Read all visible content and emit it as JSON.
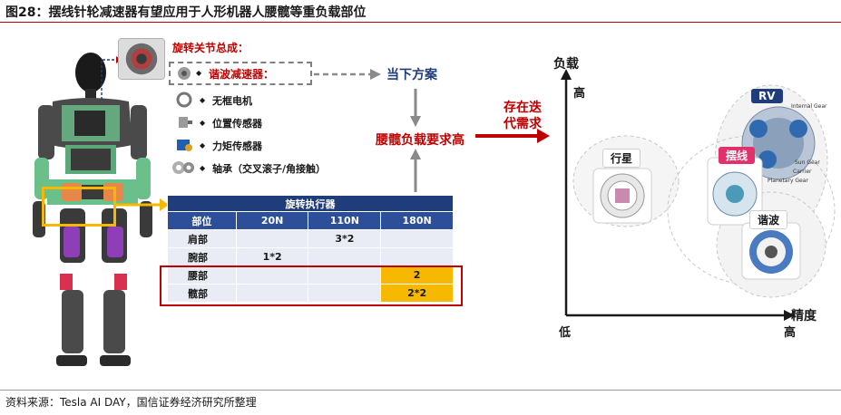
{
  "header": {
    "title": "图28：摆线针轮减速器有望应用于人形机器人腰髋等重负载部位"
  },
  "components": {
    "title": "旋转关节总成：",
    "items": [
      {
        "label": "谐波减速器：",
        "icon": "harmonic-reducer-icon",
        "highlight": true
      },
      {
        "label": "无框电机",
        "icon": "frameless-motor-icon",
        "highlight": false
      },
      {
        "label": "位置传感器",
        "icon": "position-sensor-icon",
        "highlight": false
      },
      {
        "label": "力矩传感器",
        "icon": "torque-sensor-icon",
        "highlight": false
      },
      {
        "label": "轴承（交叉滚子/角接触）",
        "icon": "bearing-icon",
        "highlight": false
      }
    ],
    "bullet": "◆"
  },
  "flow": {
    "current_plan": "当下方案",
    "load_requirement": "腰髋负载要求高",
    "demand_line1": "存在迭",
    "demand_line2": "代需求"
  },
  "actuator_table": {
    "caption": "旋转执行器",
    "headers": [
      "部位",
      "20N",
      "110N",
      "180N"
    ],
    "rows": [
      {
        "part": "肩部",
        "n20": "",
        "n110": "3*2",
        "n180": ""
      },
      {
        "part": "腕部",
        "n20": "1*2",
        "n110": "",
        "n180": ""
      },
      {
        "part": "腰部",
        "n20": "",
        "n110": "",
        "n180": "2"
      },
      {
        "part": "髋部",
        "n20": "",
        "n110": "",
        "n180": "2*2"
      }
    ],
    "highlight_color": "#f6b800"
  },
  "positioning_chart": {
    "y_axis_title": "负载",
    "y_axis_high": "高",
    "x_axis_title": "精度",
    "x_axis_low": "低",
    "x_axis_high": "高",
    "nodes": [
      {
        "name": "行星",
        "style": "white"
      },
      {
        "name": "RV",
        "style": "navy"
      },
      {
        "name": "摆线",
        "style": "pink"
      },
      {
        "name": "谐波",
        "style": "white"
      }
    ],
    "gear_labels": [
      "Internal Gear",
      "Sun Gear",
      "Carrier",
      "Planetary Gear"
    ]
  },
  "footer": {
    "source": "资料来源：Tesla AI DAY，国信证券经济研究所整理"
  },
  "colors": {
    "accent_red": "#c00000",
    "navy": "#1f3d7a",
    "highlight_yellow": "#f6b800",
    "cycloid_pink": "#e1306c"
  }
}
